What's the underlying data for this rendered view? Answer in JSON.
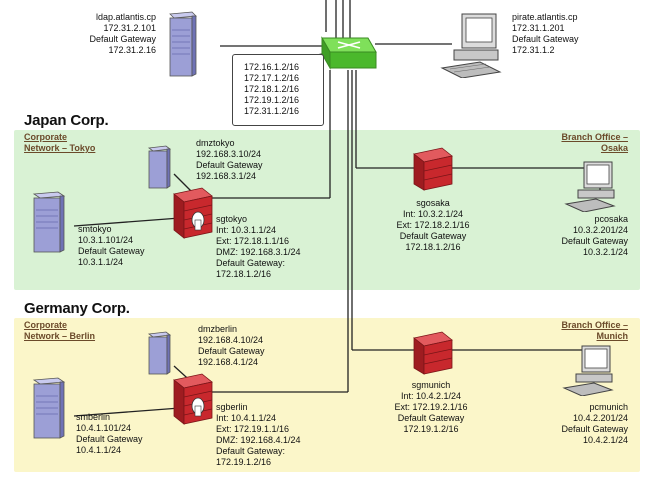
{
  "zones": {
    "japan": {
      "title": "Japan Corp.",
      "left_label": [
        "Corporate",
        "Network – Tokyo"
      ],
      "right_label": [
        "Branch Office –",
        "Osaka"
      ]
    },
    "germany": {
      "title": "Germany Corp.",
      "left_label": [
        "Corporate",
        "Network – Berlin"
      ],
      "right_label": [
        "Branch Office –",
        "Munich"
      ]
    }
  },
  "core": {
    "ldap": [
      "ldap.atlantis.cp",
      "172.31.2.101",
      "Default Gateway",
      "172.31.2.16"
    ],
    "pirate": [
      "pirate.atlantis.cp",
      "172.31.1.201",
      "Default Gateway",
      "172.31.1.2"
    ],
    "router_subnets": [
      "172.16.1.2/16",
      "172.17.1.2/16",
      "172.18.1.2/16",
      "172.19.1.2/16",
      "172.31.1.2/16"
    ]
  },
  "japan_nodes": {
    "dmztokyo": [
      "dmztokyo",
      "192.168.3.10/24",
      "Default Gateway",
      "192.168.3.1/24"
    ],
    "smtokyo": [
      "smtokyo",
      "10.3.1.101/24",
      "Default Gateway",
      "10.3.1.1/24"
    ],
    "sgtokyo": [
      "sgtokyo",
      "Int: 10.3.1.1/24",
      "Ext: 172.18.1.1/16",
      "DMZ: 192.168.3.1/24",
      "Default Gateway:",
      "172.18.1.2/16"
    ],
    "sgosaka": [
      "sgosaka",
      "Int: 10.3.2.1/24",
      "Ext: 172.18.2.1/16",
      "Default Gateway",
      "172.18.1.2/16"
    ],
    "pcosaka": [
      "pcosaka",
      "10.3.2.201/24",
      "Default Gateway",
      "10.3.2.1/24"
    ]
  },
  "germany_nodes": {
    "dmzberlin": [
      "dmzberlin",
      "192.168.4.10/24",
      "Default Gateway",
      "192.168.4.1/24"
    ],
    "smberlin": [
      "smberlin",
      "10.4.1.101/24",
      "Default Gateway",
      "10.4.1.1/24"
    ],
    "sgberlin": [
      "sgberlin",
      "Int: 10.4.1.1/24",
      "Ext: 172.19.1.1/16",
      "DMZ: 192.168.4.1/24",
      "Default Gateway:",
      "172.19.1.2/16"
    ],
    "sgmunich": [
      "sgmunich",
      "Int: 10.4.2.1/24",
      "Ext: 172.19.2.1/16",
      "Default Gateway",
      "172.19.1.2/16"
    ],
    "pcmunich": [
      "pcmunich",
      "10.4.2.201/24",
      "Default Gateway",
      "10.4.2.1/24"
    ]
  },
  "colors": {
    "japan_zone": "#d9f2d4",
    "germany_zone": "#fbf6c9",
    "router_green": "#5fcf3c",
    "firewall_red": "#c8282d",
    "server_purple": "#9c9fd6",
    "sublabel_brown": "#6b4a2a"
  },
  "icons": [
    "router-icon",
    "server-icon",
    "workstation-icon",
    "firewall-icon"
  ]
}
